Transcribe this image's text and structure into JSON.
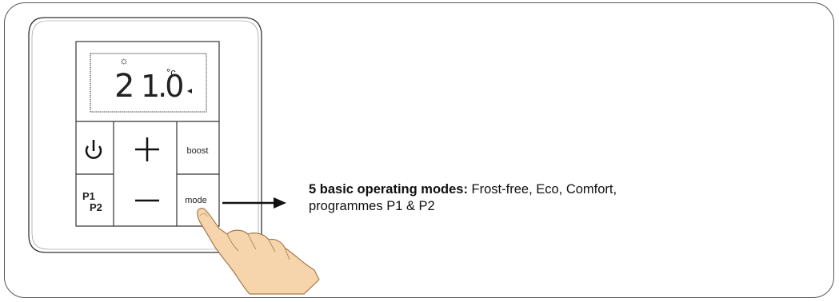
{
  "display": {
    "main_digit": "2",
    "decimal_value": "1.0",
    "unit": "°c",
    "sun_symbol": "☼"
  },
  "buttons": {
    "power_icon": "power-icon",
    "plus_icon": "plus-icon",
    "boost_label": "boost",
    "p1_label": "P1",
    "p2_label": "P2",
    "minus_icon": "minus-icon",
    "mode_label": "mode"
  },
  "caption": {
    "bold": "5 basic operating modes:",
    "text_line1": " Frost-free, Eco, Comfort,",
    "text_line2": "programmes P1 & P2"
  },
  "colors": {
    "line": "#333333",
    "hand_fill": "#f6d5ad",
    "hand_stroke": "#a6784a"
  }
}
